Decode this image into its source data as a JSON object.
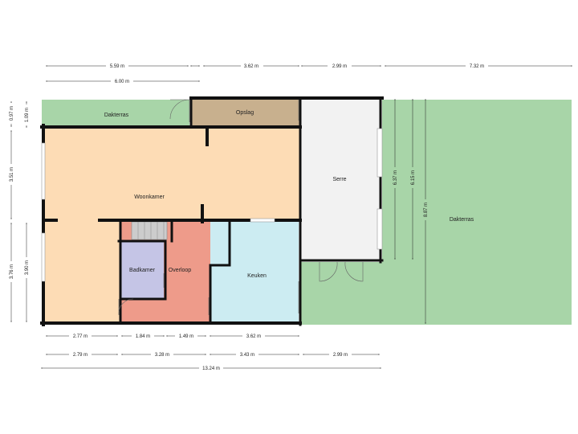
{
  "colors": {
    "terrace": "#a8d5a8",
    "living": "#fddcb5",
    "storage": "#c8b08e",
    "serre": "#f2f2f2",
    "bathroom": "#c5c5e6",
    "hallway": "#ee9b8a",
    "kitchen": "#ccecf2",
    "wall": "#111111",
    "stairs": "#cccccc"
  },
  "rooms": {
    "dakterras_top": "Dakterras",
    "opslag": "Opslag",
    "serre": "Serre",
    "woonkamer": "Woonkamer",
    "badkamer": "Badkamer",
    "overloop": "Overloop",
    "keuken": "Keuken",
    "dakterras_right": "Dakterras"
  },
  "dimensions": {
    "top_1": "5.59 m",
    "top_2": "3.62 m",
    "top_3": "2.99 m",
    "top_4": "7.32 m",
    "top_5": "6.00 m",
    "left_1": "0.97 m",
    "left_2": "1.09 m",
    "left_3": "3.51 m",
    "left_4": "3.90 m",
    "left_5": "3.76 m",
    "right_1": "6.37 m",
    "right_2": "6.15 m",
    "right_3": "8.87 m",
    "bottom_1a": "2.77 m",
    "bottom_1b": "1.84 m",
    "bottom_1c": "1.49 m",
    "bottom_1d": "3.62 m",
    "bottom_2a": "2.79 m",
    "bottom_2b": "3.28 m",
    "bottom_2c": "3.43 m",
    "bottom_2d": "2.99 m",
    "bottom_3": "13.24 m"
  }
}
